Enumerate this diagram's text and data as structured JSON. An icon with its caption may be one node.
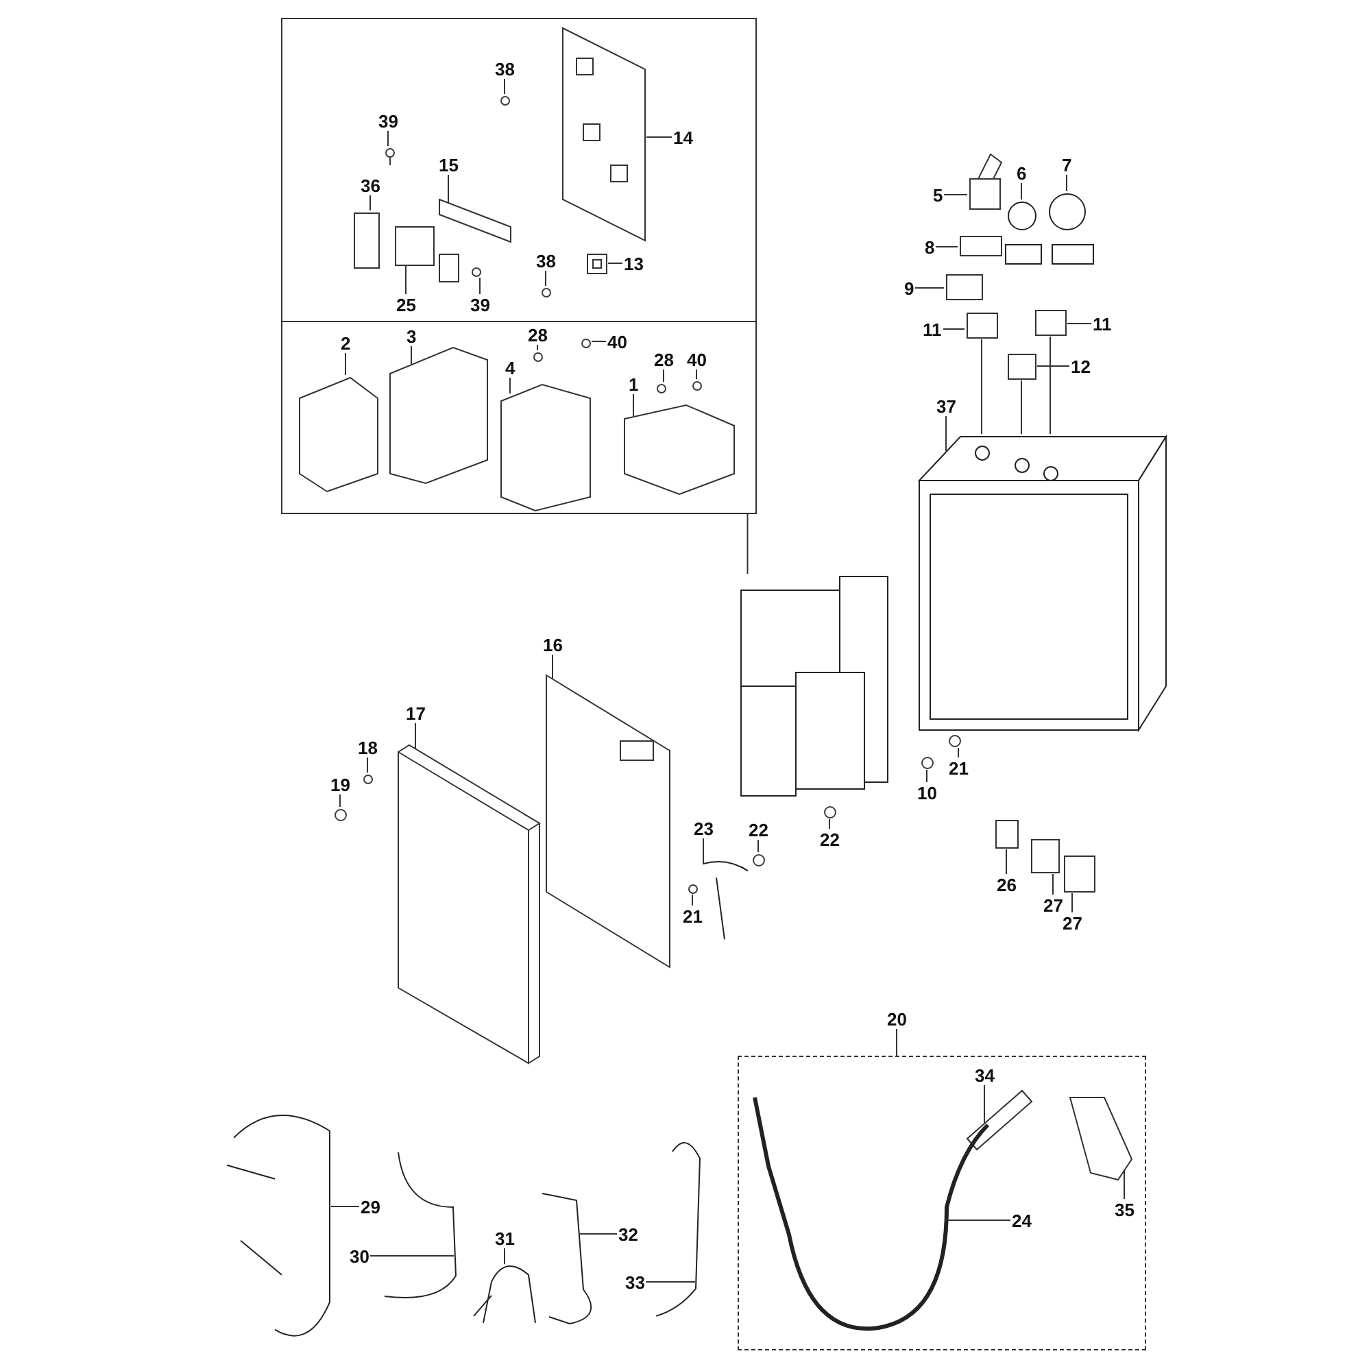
{
  "diagram": {
    "nodes": [
      {
        "text": [],
        "shape": "box"
      },
      {
        "text": [
          "38"
        ],
        "in": 0
      },
      {
        "text": [],
        "shape": "circle",
        "in": 0
      },
      {
        "text": [
          "39"
        ],
        "in": 0
      },
      {
        "text": [],
        "shape": "circle",
        "in": 0
      },
      {
        "text": [
          "15"
        ],
        "in": 0
      },
      {
        "text": [],
        "shape": "box",
        "in": 0
      },
      {
        "text": [
          "14"
        ],
        "in": 0
      },
      {
        "text": [],
        "shape": "box",
        "in": 0
      },
      {
        "text": [
          "36"
        ],
        "in": 0
      },
      {
        "text": [],
        "shape": "box",
        "in": 0
      },
      {
        "text": [
          "13"
        ],
        "in": 0
      },
      {
        "text": [],
        "shape": "box",
        "in": 0
      },
      {
        "text": [
          "25"
        ],
        "in": 0
      },
      {
        "text": [],
        "shape": "box",
        "in": 0
      },
      {
        "text": [
          "39"
        ],
        "in": 0
      },
      {
        "text": [],
        "shape": "circle",
        "in": 0
      },
      {
        "text": [
          "38"
        ],
        "in": 0
      },
      {
        "text": [],
        "shape": "circle",
        "in": 0
      },
      {
        "text": [
          "2"
        ],
        "in": 0
      },
      {
        "text": [],
        "shape": "box",
        "in": 0
      },
      {
        "text": [
          "3"
        ],
        "in": 0
      },
      {
        "text": [],
        "shape": "box",
        "in": 0
      },
      {
        "text": [
          "28"
        ],
        "in": 0
      },
      {
        "text": [],
        "shape": "circle",
        "in": 0
      },
      {
        "text": [
          "40"
        ],
        "in": 0
      },
      {
        "text": [],
        "shape": "circle",
        "in": 0
      },
      {
        "text": [
          "4"
        ],
        "in": 0
      },
      {
        "text": [],
        "shape": "box",
        "in": 0
      },
      {
        "text": [
          "28"
        ],
        "in": 0
      },
      {
        "text": [],
        "shape": "circle",
        "in": 0
      },
      {
        "text": [
          "40"
        ],
        "in": 0
      },
      {
        "text": [],
        "shape": "circle",
        "in": 0
      },
      {
        "text": [
          "1"
        ],
        "in": 0
      },
      {
        "text": [],
        "shape": "box",
        "in": 0
      },
      {
        "text": [
          "5"
        ]
      },
      {
        "text": [],
        "shape": "box"
      },
      {
        "text": [
          "6"
        ]
      },
      {
        "text": [],
        "shape": "picture"
      },
      {
        "text": [
          "7"
        ]
      },
      {
        "text": [],
        "shape": "picture"
      },
      {
        "text": [
          "8"
        ]
      },
      {
        "text": [],
        "shape": "box"
      },
      {
        "text": [
          "9"
        ]
      },
      {
        "text": [],
        "shape": "box"
      },
      {
        "text": [
          "11"
        ]
      },
      {
        "text": [],
        "shape": "box"
      },
      {
        "text": [
          "11"
        ]
      },
      {
        "text": [],
        "shape": "box"
      },
      {
        "text": [
          "12"
        ]
      },
      {
        "text": [],
        "shape": "box"
      },
      {
        "text": [
          "37"
        ]
      },
      {
        "text": [],
        "shape": "picture"
      },
      {
        "text": [
          "16"
        ]
      },
      {
        "text": [],
        "shape": "box"
      },
      {
        "text": [
          "17"
        ]
      },
      {
        "text": [],
        "shape": "box"
      },
      {
        "text": [
          "18"
        ]
      },
      {
        "text": [],
        "shape": "circle"
      },
      {
        "text": [
          "19"
        ]
      },
      {
        "text": [],
        "shape": "circle"
      },
      {
        "text": [
          "23"
        ]
      },
      {
        "text": [],
        "shape": "picture"
      },
      {
        "text": [
          "22"
        ]
      },
      {
        "text": [],
        "shape": "circle"
      },
      {
        "text": [
          "21"
        ]
      },
      {
        "text": [],
        "shape": "circle"
      },
      {
        "text": [
          "10"
        ]
      },
      {
        "text": [],
        "shape": "circle"
      },
      {
        "text": [
          "21"
        ]
      },
      {
        "text": [],
        "shape": "circle"
      },
      {
        "text": [
          "22"
        ]
      },
      {
        "text": [],
        "shape": "circle"
      },
      {
        "text": [
          "26"
        ]
      },
      {
        "text": [],
        "shape": "box"
      },
      {
        "text": [
          "27"
        ]
      },
      {
        "text": [],
        "shape": "box"
      },
      {
        "text": [
          "27"
        ]
      },
      {
        "text": [],
        "shape": "box"
      },
      {
        "text": [
          "20"
        ]
      },
      {
        "text": [],
        "shape": "box"
      },
      {
        "text": [
          "34"
        ],
        "in": 80
      },
      {
        "text": [],
        "shape": "box",
        "in": 80
      },
      {
        "text": [
          "24"
        ],
        "in": 80
      },
      {
        "text": [],
        "shape": "picture",
        "in": 80
      },
      {
        "text": [
          "35"
        ],
        "in": 80
      },
      {
        "text": [],
        "shape": "box",
        "in": 80
      },
      {
        "text": [
          "29"
        ]
      },
      {
        "text": [],
        "shape": "picture"
      },
      {
        "text": [
          "30"
        ]
      },
      {
        "text": [],
        "shape": "picture"
      },
      {
        "text": [
          "31"
        ]
      },
      {
        "text": [],
        "shape": "picture"
      },
      {
        "text": [
          "32"
        ]
      },
      {
        "text": [],
        "shape": "picture"
      },
      {
        "text": [
          "33"
        ]
      },
      {
        "text": [],
        "shape": "picture"
      },
      {
        "text": [],
        "shape": "picture"
      }
    ],
    "edges": [
      {
        "from": 1,
        "to": 2,
        "arrow": "none"
      },
      {
        "from": 3,
        "to": 4,
        "arrow": "none"
      },
      {
        "from": 5,
        "to": 6,
        "arrow": "none"
      },
      {
        "from": 7,
        "to": 8,
        "arrow": "none"
      },
      {
        "from": 9,
        "to": 10,
        "arrow": "none"
      },
      {
        "from": 11,
        "to": 12,
        "arrow": "none"
      },
      {
        "from": 13,
        "to": 14,
        "arrow": "none"
      },
      {
        "from": 15,
        "to": 16,
        "arrow": "none"
      },
      {
        "from": 17,
        "to": 18,
        "arrow": "none"
      },
      {
        "from": 19,
        "to": 20,
        "arrow": "none"
      },
      {
        "from": 21,
        "to": 22,
        "arrow": "none"
      },
      {
        "from": 23,
        "to": 24,
        "arrow": "none"
      },
      {
        "from": 25,
        "to": 26,
        "arrow": "none"
      },
      {
        "from": 27,
        "to": 28,
        "arrow": "none"
      },
      {
        "from": 29,
        "to": 30,
        "arrow": "none"
      },
      {
        "from": 31,
        "to": 32,
        "arrow": "none"
      },
      {
        "from": 33,
        "to": 34,
        "arrow": "none"
      },
      {
        "from": 35,
        "to": 36,
        "arrow": "none"
      },
      {
        "from": 37,
        "to": 38,
        "arrow": "none"
      },
      {
        "from": 39,
        "to": 40,
        "arrow": "none"
      },
      {
        "from": 41,
        "to": 42,
        "arrow": "none"
      },
      {
        "from": 43,
        "to": 44,
        "arrow": "none"
      },
      {
        "from": 45,
        "to": 46,
        "arrow": "none"
      },
      {
        "from": 47,
        "to": 48,
        "arrow": "none"
      },
      {
        "from": 49,
        "to": 50,
        "arrow": "none"
      },
      {
        "from": 51,
        "to": 52,
        "arrow": "none"
      },
      {
        "from": 53,
        "to": 54,
        "arrow": "none"
      },
      {
        "from": 55,
        "to": 56,
        "arrow": "none"
      },
      {
        "from": 57,
        "to": 58,
        "arrow": "none"
      },
      {
        "from": 59,
        "to": 60,
        "arrow": "none"
      },
      {
        "from": 61,
        "to": 62,
        "arrow": "none"
      },
      {
        "from": 63,
        "to": 64,
        "arrow": "none"
      },
      {
        "from": 65,
        "to": 66,
        "arrow": "none"
      },
      {
        "from": 67,
        "to": 68,
        "arrow": "none"
      },
      {
        "from": 69,
        "to": 70,
        "arrow": "none"
      },
      {
        "from": 71,
        "to": 72,
        "arrow": "none"
      },
      {
        "from": 73,
        "to": 74,
        "arrow": "none"
      },
      {
        "from": 75,
        "to": 76,
        "arrow": "none"
      },
      {
        "from": 77,
        "to": 78,
        "arrow": "none"
      },
      {
        "from": 79,
        "to": 80,
        "arrow": "none"
      },
      {
        "from": 81,
        "to": 82,
        "arrow": "none"
      },
      {
        "from": 83,
        "to": 84,
        "arrow": "none"
      },
      {
        "from": 85,
        "to": 86,
        "arrow": "none"
      },
      {
        "from": 87,
        "to": 88,
        "arrow": "none"
      },
      {
        "from": 89,
        "to": 90,
        "arrow": "none"
      },
      {
        "from": 91,
        "to": 92,
        "arrow": "none"
      },
      {
        "from": 93,
        "to": 94,
        "arrow": "none"
      },
      {
        "from": 95,
        "to": 96,
        "arrow": "none"
      },
      {
        "from": 46,
        "to": 52,
        "arrow": "none"
      },
      {
        "from": 50,
        "to": 52,
        "arrow": "none"
      },
      {
        "from": 48,
        "to": 52,
        "arrow": "none"
      },
      {
        "from": 0,
        "to": 97,
        "arrow": "none"
      }
    ]
  }
}
